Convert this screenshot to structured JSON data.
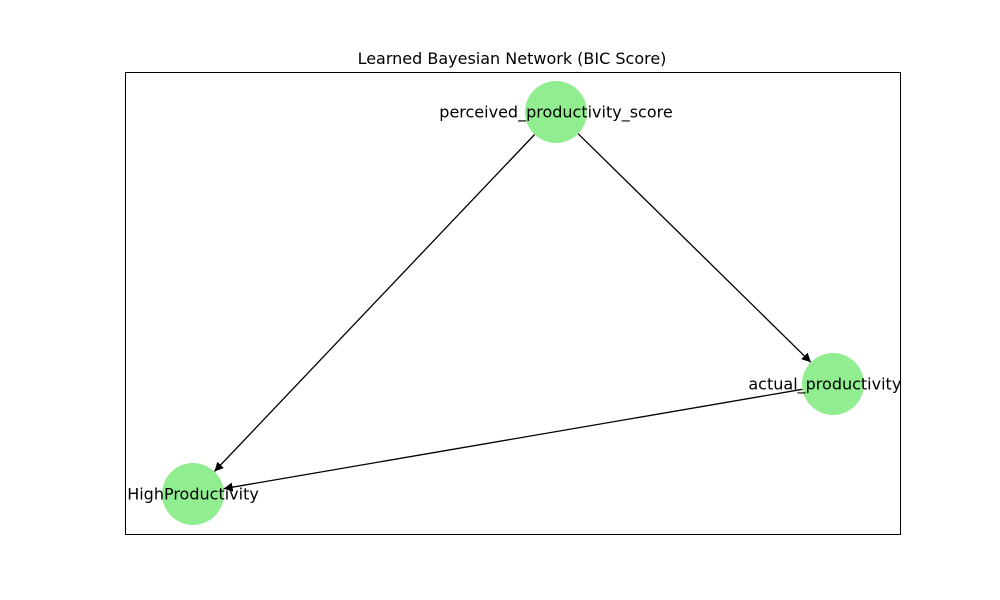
{
  "title": "Learned Bayesian Network (BIC Score)",
  "node_color": "#90ee90",
  "edge_color": "#000000",
  "nodes": [
    {
      "id": "perceived",
      "label": "perceived_productivity_score"
    },
    {
      "id": "actual",
      "label": "actual_productivity_s"
    },
    {
      "id": "high",
      "label": "HighProductivity"
    }
  ],
  "edges": [
    {
      "from": "perceived",
      "to": "actual"
    },
    {
      "from": "perceived",
      "to": "high"
    },
    {
      "from": "actual",
      "to": "high"
    }
  ]
}
